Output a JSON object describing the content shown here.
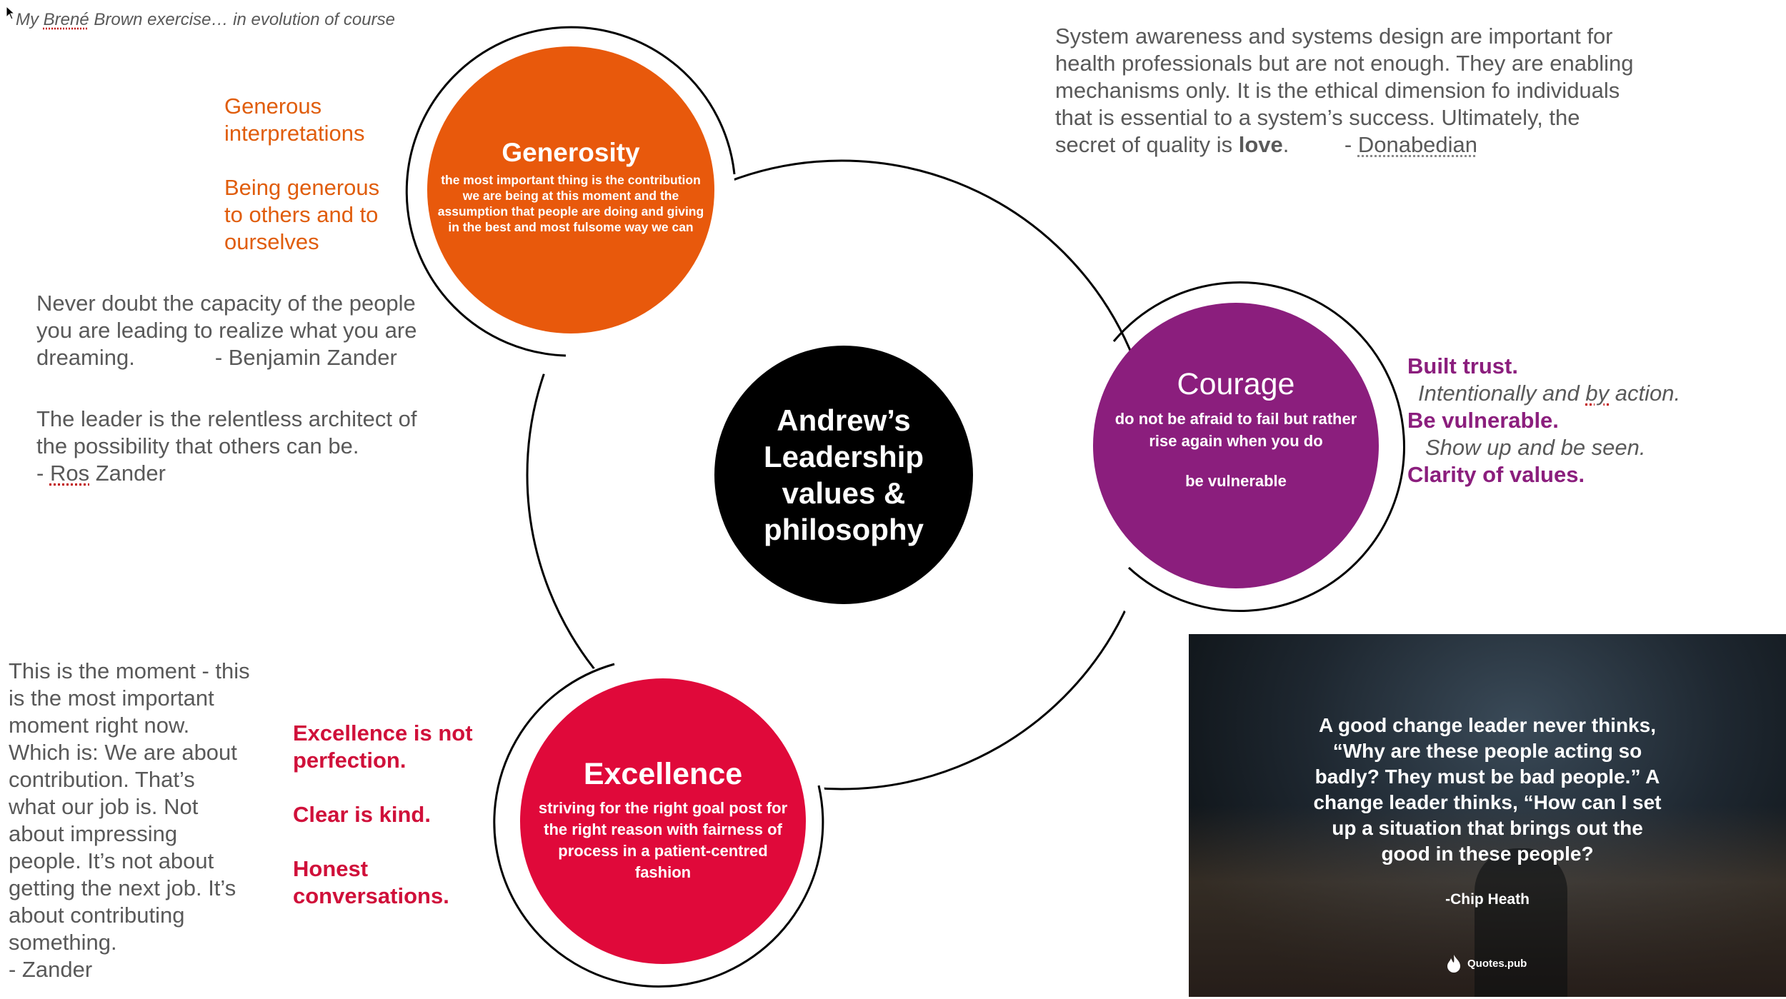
{
  "header_note": {
    "prefix": "My ",
    "name": "Brené",
    "suffix": " Brown exercise… in evolution of course"
  },
  "center": {
    "lines": [
      "Andrew’s",
      "Leadership",
      "values &",
      "philosophy"
    ]
  },
  "generosity": {
    "title": "Generosity",
    "desc": [
      "the most important thing is the contribution",
      "we are being at this moment and the",
      "assumption that people are doing and giving",
      "in the best  and most fulsome way we can"
    ],
    "color": "#e8590c"
  },
  "courage": {
    "title": "Courage",
    "desc": [
      "do not be afraid to fail but rather",
      "rise again when you do"
    ],
    "extra": "be vulnerable",
    "color": "#8b1e7d"
  },
  "excellence": {
    "title": "Excellence",
    "desc": [
      "striving for the right goal post for",
      "the right reason with fairness of",
      "process in a patient-centred",
      "fashion"
    ],
    "color": "#e0093a"
  },
  "generous_notes": {
    "line1": "Generous",
    "line2": "interpretations",
    "line3": "Being generous",
    "line4": "to others and to",
    "line5": "ourselves",
    "color": "#e05d0c"
  },
  "zander_quote": {
    "lines": [
      "Never doubt the capacity of the people",
      "you are leading to realize what you are",
      "dreaming.             - Benjamin Zander"
    ]
  },
  "ros_quote": {
    "lines": [
      "The leader is the relentless architect of",
      "the possibility that others can be."
    ],
    "attr_prefix": "- ",
    "attr_name": "Ros",
    "attr_suffix": " Zander"
  },
  "donabedian": {
    "lines": [
      "System awareness and systems design are important for",
      "health professionals but are not enough.  They are enabling",
      "mechanisms only. It is the ethical dimension fo individuals",
      "that is essential to a system’s success.  Ultimately, the"
    ],
    "last_prefix": "secret of quality is ",
    "last_bold": "love",
    "last_mid": ".         - ",
    "last_name": "Donabedian"
  },
  "courage_notes": {
    "built_trust": "Built trust.",
    "intent_prefix": "Intentionally and ",
    "intent_by": "by",
    "intent_suffix": " action.",
    "be_vulnerable": "Be vulnerable.",
    "show_up": "Show up and be seen.",
    "clarity": "Clarity of values.",
    "color": "#8b1e7d"
  },
  "moment_quote": {
    "lines": [
      "This is the moment - this",
      "is the most important",
      "moment right now.",
      "Which is: We are about",
      "contribution.  That’s",
      "what our job is.  Not",
      "about impressing",
      "people. It’s not about",
      "getting the next job. It’s",
      "about contributing",
      "something.",
      "- Zander"
    ]
  },
  "excellence_notes": {
    "l1": "Excellence is not",
    "l2": "perfection.",
    "l3": "Clear is kind.",
    "l4": "Honest",
    "l5": "conversations.",
    "color": "#d0103a"
  },
  "image_quote": {
    "lines": [
      "A good change leader never thinks,",
      "“Why are these people acting so",
      "badly? They must be bad people.” A",
      "change leader thinks, “How can I set",
      "up a situation that brings out the",
      "good in these people?"
    ],
    "attribution": "-Chip Heath",
    "brand": "Quotes.pub"
  }
}
